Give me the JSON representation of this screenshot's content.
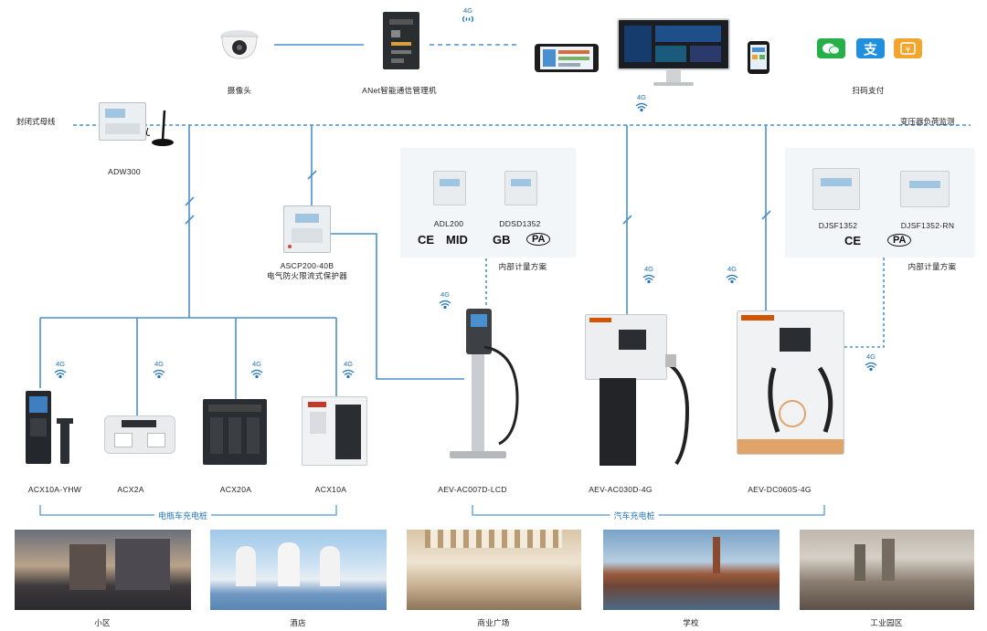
{
  "top": {
    "camera": "摄像头",
    "gateway": "ANet智能通信管理机",
    "payment": "扫码支付",
    "signal_label": "4G"
  },
  "bus": {
    "left_label": "封闭式母线",
    "right_label": "变压器负荷监测",
    "meter_label": "ADW300"
  },
  "protector": {
    "model": "ASCP200-40B",
    "name": "电气防火限流式保护器"
  },
  "metering_ac": {
    "meters": [
      "ADL200",
      "DDSD1352"
    ],
    "certs": [
      "CE",
      "MID",
      "GB",
      "PA"
    ],
    "caption": "内部计量方案"
  },
  "metering_dc": {
    "meters": [
      "DJSF1352",
      "DJSF1352-RN"
    ],
    "certs": [
      "CE",
      "PA"
    ],
    "caption": "内部计量方案"
  },
  "ebike_chargers": [
    "ACX10A-YHW",
    "ACX2A",
    "ACX20A",
    "ACX10A"
  ],
  "car_chargers": [
    "AEV-AC007D-LCD",
    "AEV-AC030D-4G",
    "AEV-DC060S-4G"
  ],
  "groups": {
    "ebike": "电瓶车充电桩",
    "car": "汽车充电桩"
  },
  "scenes": [
    "小区",
    "酒店",
    "商业广场",
    "学校",
    "工业园区"
  ],
  "colors": {
    "wire": "#4a8fcf",
    "dashed": "#4a8fcf",
    "accent": "#1f74b8"
  }
}
